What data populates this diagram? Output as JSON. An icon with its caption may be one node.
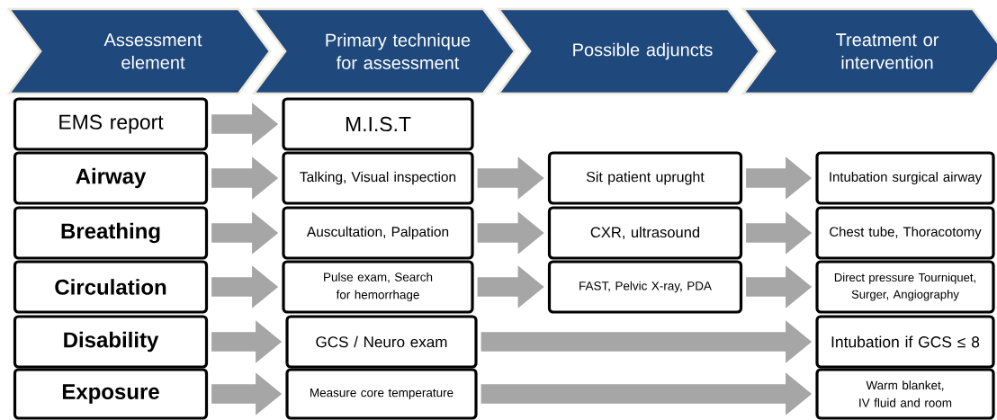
{
  "diagram": {
    "nodes": [
      {
        "text": [
          "Assessment element"
        ]
      },
      {
        "text": [
          "Primary technique for assessment"
        ]
      },
      {
        "text": [
          "Possible adjuncts"
        ]
      },
      {
        "text": [
          "Treatment or intervention"
        ]
      },
      {
        "text": [
          "EMS report"
        ]
      },
      {
        "text": [
          "M.I.S.T"
        ]
      },
      {
        "text": [
          "Airway"
        ]
      },
      {
        "text": [
          "Talking, Visual inspection"
        ]
      },
      {
        "text": [
          "Sit patient uprught"
        ]
      },
      {
        "text": [
          "Intubation surgical airway"
        ]
      },
      {
        "text": [
          "Breathing"
        ]
      },
      {
        "text": [
          "Auscultation, Palpation"
        ]
      },
      {
        "text": [
          "CXR, ultrasound"
        ]
      },
      {
        "text": [
          "Chest tube, Thoracotomy"
        ]
      },
      {
        "text": [
          "Circulation"
        ]
      },
      {
        "text": [
          "Pulse exam, Search for hemorrhage"
        ]
      },
      {
        "text": [
          "FAST, Pelvic X-ray, PDA"
        ]
      },
      {
        "text": [
          "Direct pressure Tourniquet, Surger, Angiography"
        ]
      },
      {
        "text": [
          "Disability"
        ]
      },
      {
        "text": [
          "GCS / Neuro exam"
        ]
      },
      {
        "text": [
          "Intubation if GCS ≤ 8"
        ]
      },
      {
        "text": [
          "Exposure"
        ]
      },
      {
        "text": [
          "Measure core temperature"
        ]
      },
      {
        "text": [
          "Warm blanket, IV fluid and room"
        ]
      }
    ],
    "edges": [
      {
        "from": 4,
        "to": 5,
        "arrow": "to"
      },
      {
        "from": 6,
        "to": 7,
        "arrow": "to"
      },
      {
        "from": 7,
        "to": 8,
        "arrow": "to"
      },
      {
        "from": 8,
        "to": 9,
        "arrow": "to"
      },
      {
        "from": 10,
        "to": 11,
        "arrow": "to"
      },
      {
        "from": 11,
        "to": 12,
        "arrow": "to"
      },
      {
        "from": 12,
        "to": 13,
        "arrow": "to"
      },
      {
        "from": 14,
        "to": 15,
        "arrow": "to"
      },
      {
        "from": 15,
        "to": 16,
        "arrow": "to"
      },
      {
        "from": 16,
        "to": 17,
        "arrow": "to"
      },
      {
        "from": 18,
        "to": 19,
        "arrow": "to"
      },
      {
        "from": 19,
        "to": 20,
        "arrow": "to"
      },
      {
        "from": 21,
        "to": 22,
        "arrow": "to"
      },
      {
        "from": 22,
        "to": 23,
        "arrow": "to"
      }
    ]
  }
}
